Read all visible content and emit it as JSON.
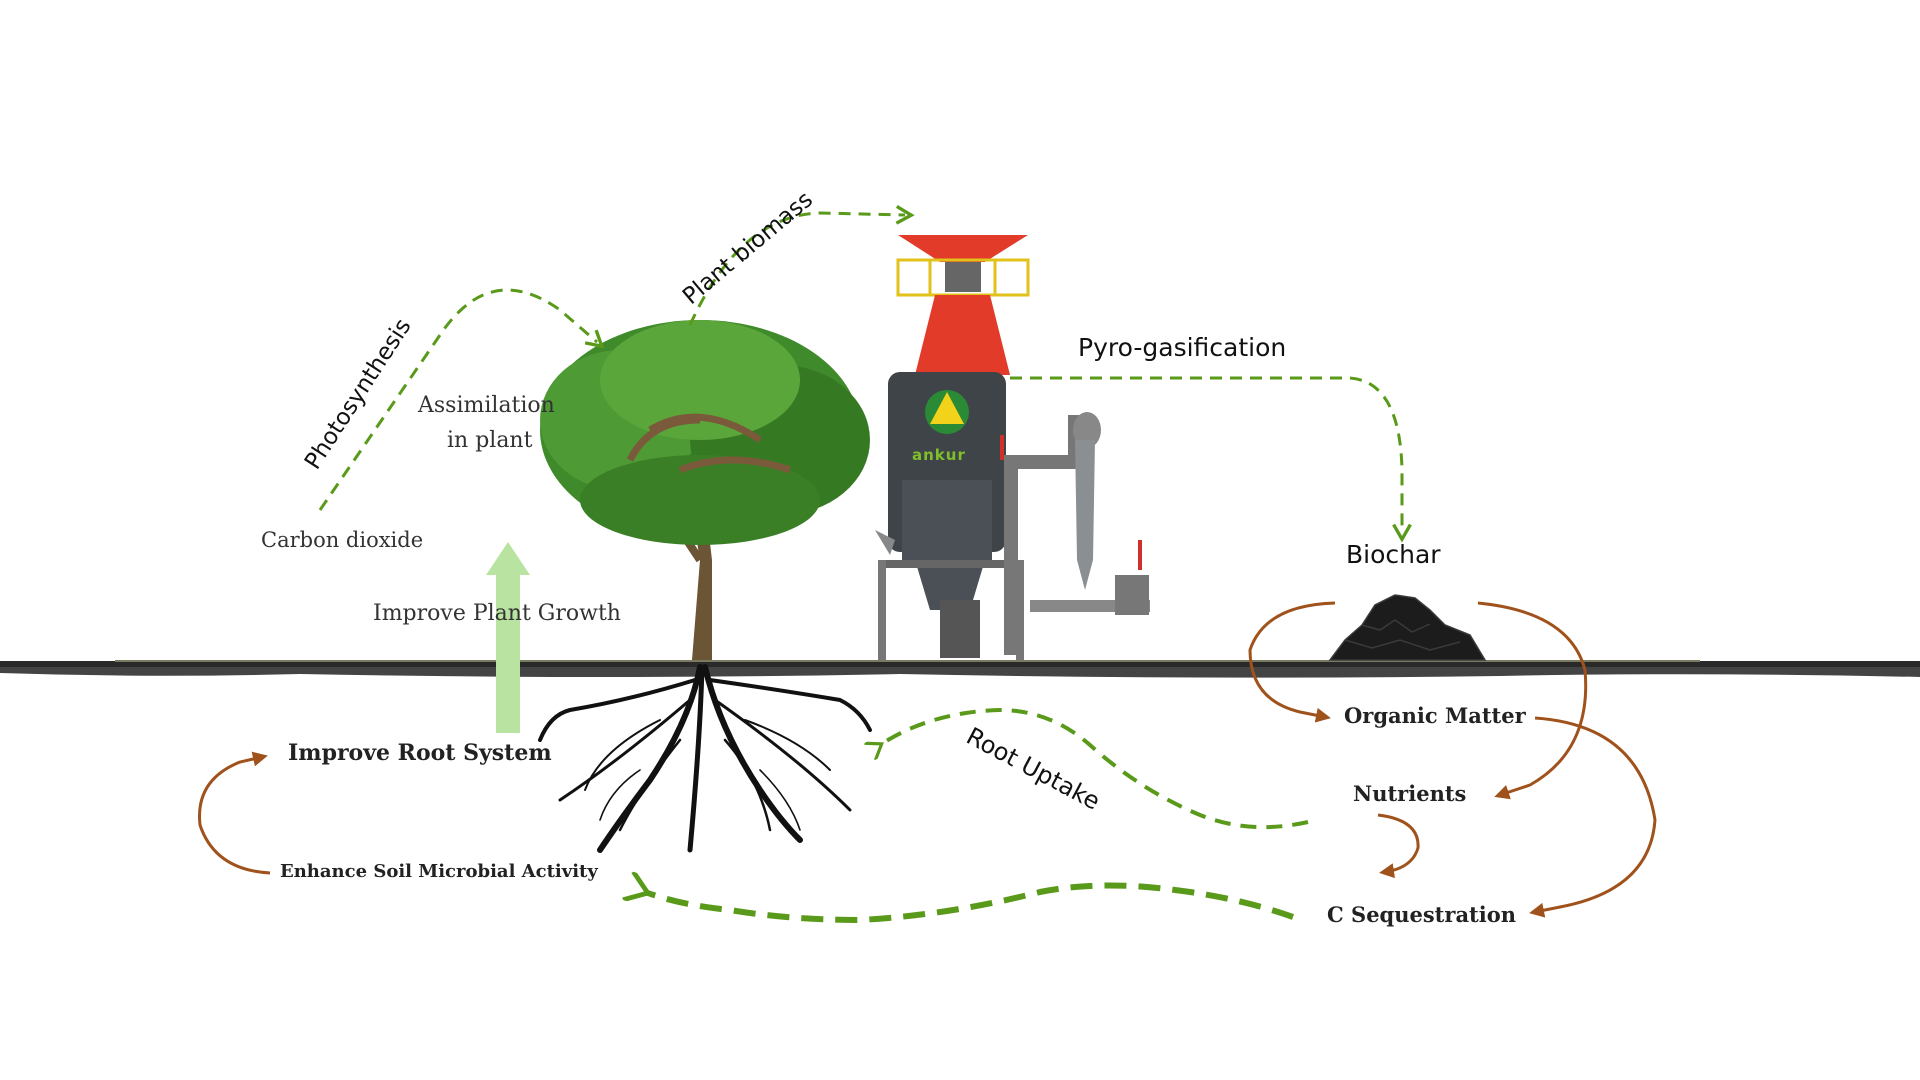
{
  "labels": {
    "carbon_dioxide": "Carbon dioxide",
    "photosynthesis": "Photosynthesis",
    "assimilation_line1": "Assimilation",
    "assimilation_line2": "in plant",
    "plant_biomass": "Plant biomass",
    "pyro_gasification": "Pyro-gasification",
    "biochar": "Biochar",
    "improve_plant_growth": "Improve Plant Growth",
    "improve_root_system": "Improve Root System",
    "enhance_soil_microbial_activity": "Enhance Soil Microbial Activity",
    "root_uptake": "Root Uptake",
    "organic_matter": "Organic Matter",
    "nutrients": "Nutrients",
    "c_sequestration": "C Sequestration"
  },
  "gasifier": {
    "brand": "ankur"
  },
  "colors": {
    "green_arrow": "#5a9a1a",
    "brown_arrow": "#a0521c",
    "light_green_arrow": "#b9e3a0",
    "gasifier_red": "#e23b2a",
    "gasifier_body": "#3f4448",
    "ground": "#2a2a2a",
    "tree_leaves": "#3f8a2a",
    "biochar": "#1c1c1c"
  },
  "icons": {
    "tree": "tree-icon",
    "gasifier": "gasifier-icon",
    "biochar_pile": "biochar-pile-icon",
    "roots": "roots-icon",
    "soil": "soil-icon"
  }
}
